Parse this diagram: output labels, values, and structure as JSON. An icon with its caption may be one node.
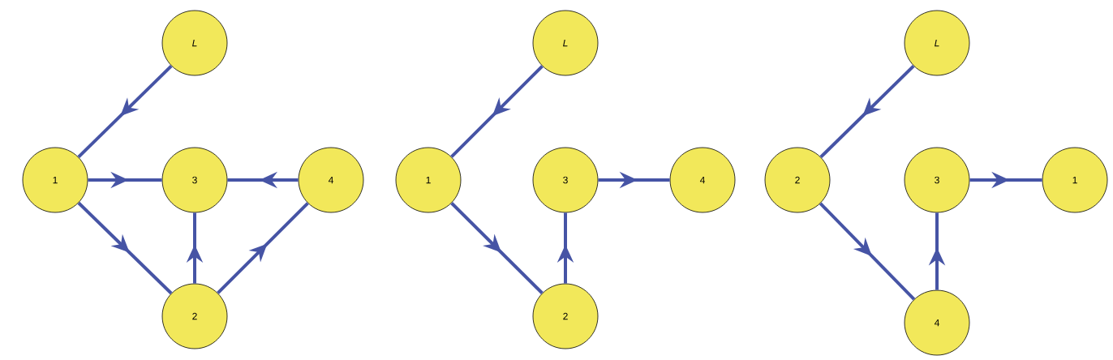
{
  "diagram": {
    "nodes": [
      {
        "text": [
          "L"
        ]
      },
      {
        "text": [
          "1"
        ]
      },
      {
        "text": [
          "3"
        ]
      },
      {
        "text": [
          "4"
        ]
      },
      {
        "text": [
          "2"
        ]
      },
      {
        "text": [
          "L"
        ]
      },
      {
        "text": [
          "1"
        ]
      },
      {
        "text": [
          "3"
        ]
      },
      {
        "text": [
          "4"
        ]
      },
      {
        "text": [
          "2"
        ]
      },
      {
        "text": [
          "L"
        ]
      },
      {
        "text": [
          "2"
        ]
      },
      {
        "text": [
          "3"
        ]
      },
      {
        "text": [
          "1"
        ]
      },
      {
        "text": [
          "4"
        ]
      }
    ],
    "edges": [
      {
        "from": 0,
        "to": 1,
        "arrow": "to"
      },
      {
        "from": 1,
        "to": 2,
        "arrow": "to"
      },
      {
        "from": 3,
        "to": 2,
        "arrow": "to"
      },
      {
        "from": 1,
        "to": 4,
        "arrow": "to"
      },
      {
        "from": 4,
        "to": 2,
        "arrow": "to"
      },
      {
        "from": 4,
        "to": 3,
        "arrow": "to"
      },
      {
        "from": 5,
        "to": 6,
        "arrow": "to"
      },
      {
        "from": 6,
        "to": 9,
        "arrow": "to"
      },
      {
        "from": 9,
        "to": 7,
        "arrow": "to"
      },
      {
        "from": 7,
        "to": 8,
        "arrow": "to"
      },
      {
        "from": 10,
        "to": 11,
        "arrow": "to"
      },
      {
        "from": 11,
        "to": 14,
        "arrow": "to"
      },
      {
        "from": 14,
        "to": 12,
        "arrow": "to"
      },
      {
        "from": 12,
        "to": 13,
        "arrow": "to"
      }
    ]
  }
}
